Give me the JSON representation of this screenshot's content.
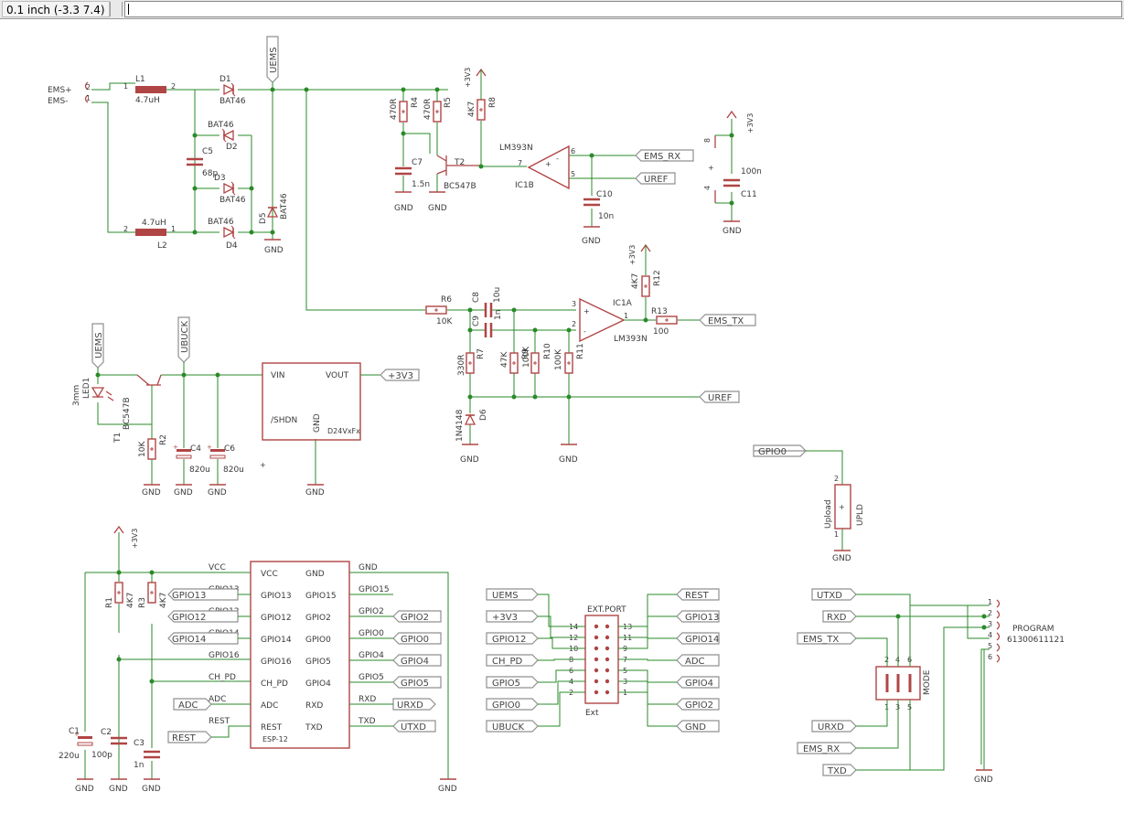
{
  "toolbar": {
    "coordinate_readout": "0.1 inch (-3.3 7.4)",
    "command_value": ""
  },
  "parts": {
    "L1": {
      "name": "L1",
      "value": "4.7uH"
    },
    "L2": {
      "name": "L2",
      "value": "4.7uH"
    },
    "D1": {
      "name": "D1",
      "value": "BAT46"
    },
    "D2": {
      "name": "D2",
      "value": "BAT46"
    },
    "D3": {
      "name": "D3",
      "value": "BAT46"
    },
    "D4": {
      "name": "D4",
      "value": "BAT46"
    },
    "D5": {
      "name": "D5",
      "value": "BAT46"
    },
    "C5": {
      "name": "C5",
      "value": "68p"
    },
    "R4": {
      "name": "R4",
      "value": "470R"
    },
    "R5": {
      "name": "R5",
      "value": "470R"
    },
    "R8": {
      "name": "R8",
      "value": "4K7"
    },
    "C7": {
      "name": "C7",
      "value": "1.5n"
    },
    "T2": {
      "name": "T2",
      "value": "BC547B"
    },
    "IC1B": {
      "name": "IC1B",
      "value": "LM393N"
    },
    "C10": {
      "name": "C10",
      "value": "10n"
    },
    "C11": {
      "name": "C11",
      "value": "100n"
    },
    "R6": {
      "name": "R6",
      "value": "10K"
    },
    "C8": {
      "name": "C8",
      "value": "10u"
    },
    "C9": {
      "name": "C9",
      "value": "1n"
    },
    "R7": {
      "name": "R7",
      "value": "330R"
    },
    "R9": {
      "name": "R9",
      "value": "47K"
    },
    "R10": {
      "name": "R10",
      "value": "100K"
    },
    "R11": {
      "name": "R11",
      "value": "100K"
    },
    "R12": {
      "name": "R12",
      "value": "4K7"
    },
    "R13": {
      "name": "R13",
      "value": "100"
    },
    "IC1A": {
      "name": "IC1A",
      "value": "LM393N"
    },
    "D6": {
      "name": "D6",
      "value": "1N4148"
    },
    "LED1": {
      "name": "LED1",
      "value": "3mm"
    },
    "T1": {
      "name": "T1",
      "value": "BC547B"
    },
    "R2": {
      "name": "R2",
      "value": "10K"
    },
    "C4": {
      "name": "C4",
      "value": "820u"
    },
    "C6": {
      "name": "C6",
      "value": "820u"
    },
    "REG": {
      "value": "D24VxFx",
      "vin": "VIN",
      "vout": "VOUT",
      "shdn": "/SHDN",
      "gnd": "GND"
    },
    "UPLD": {
      "name": "UPLD",
      "value": "Upload"
    },
    "R1": {
      "name": "R1",
      "value": "4K7"
    },
    "R3": {
      "name": "R3",
      "value": "4K7"
    },
    "C1": {
      "name": "C1",
      "value": "220u"
    },
    "C2": {
      "name": "C2",
      "value": "100p"
    },
    "C3": {
      "name": "C3",
      "value": "1n"
    },
    "ESP": {
      "name": "ESP-12"
    },
    "EXT": {
      "name": "EXT.PORT",
      "value": "Ext"
    },
    "PROGRAM": {
      "name": "PROGRAM",
      "value": "61300611121"
    },
    "MODE": {
      "name": "MODE"
    }
  },
  "emsconn": {
    "pin1": "EMS+",
    "pin2": "EMS-",
    "n1": "1",
    "n2": "2"
  },
  "esp": {
    "left_pins": [
      "VCC",
      "GPIO13",
      "GPIO12",
      "GPIO14",
      "GPIO16",
      "CH_PD",
      "ADC",
      "REST"
    ],
    "right_pins": [
      "GND",
      "GPIO15",
      "GPIO2",
      "GPIO0",
      "GPIO5",
      "GPIO4",
      "RXD",
      "TXD"
    ],
    "left_nets": [
      "VCC",
      "GPIO13",
      "GPIO12",
      "GPIO14",
      "GPIO16",
      "CH_PD",
      "ADC",
      "REST"
    ],
    "right_nets": [
      "GND",
      "GPIO15",
      "GPIO2",
      "GPIO0",
      "GPIO4",
      "GPIO5",
      "RXD",
      "TXD"
    ]
  },
  "ports": {
    "uems_top": "UEMS",
    "uems_left": "UEMS",
    "ubuck_top": "UBUCK",
    "v3_reg": "+3V3",
    "ems_rx": "EMS_RX",
    "uref_top": "UREF",
    "ems_tx": "EMS_TX",
    "uref_mid": "UREF",
    "gpio0_upld": "GPIO0",
    "esp_gpio13": "GPIO13",
    "esp_gpio12": "GPIO12",
    "esp_gpio14": "GPIO14",
    "esp_adc": "ADC",
    "esp_rest": "REST",
    "esp_gpio2": "GPIO2",
    "esp_gpio0": "GPIO0",
    "esp_gpio4": "GPIO4",
    "esp_gpio5": "GPIO5",
    "esp_urxd": "URXD",
    "esp_utxd": "UTXD",
    "ext_uems": "UEMS",
    "ext_v3": "+3V3",
    "ext_gpio12": "GPIO12",
    "ext_chpd": "CH_PD",
    "ext_gpio5": "GPIO5",
    "ext_gpio0": "GPIO0",
    "ext_ubuck": "UBUCK",
    "ext_rest": "REST",
    "ext_gpio13": "GPIO13",
    "ext_gpio14": "GPIO14",
    "ext_adc": "ADC",
    "ext_gpio4": "GPIO4",
    "ext_gpio2": "GPIO2",
    "ext_gnd": "GND",
    "prog_utxd": "UTXD",
    "prog_rxd": "RXD",
    "prog_emstx": "EMS_TX",
    "prog_urxd": "URXD",
    "prog_emsrx": "EMS_RX",
    "prog_txd": "TXD"
  },
  "ext_pins": {
    "left": [
      "14",
      "12",
      "10",
      "8",
      "6",
      "4",
      "2"
    ],
    "right": [
      "13",
      "11",
      "9",
      "7",
      "5",
      "3",
      "1"
    ]
  },
  "prog_pins": [
    "1",
    "2",
    "3",
    "4",
    "5",
    "6"
  ],
  "mode_pins": {
    "top": [
      "2",
      "4",
      "6"
    ],
    "bottom": [
      "1",
      "3",
      "5"
    ]
  },
  "opamp_pins": {
    "b_out": "7",
    "b_in1": "6",
    "b_in2": "5",
    "b_pwr1": "8",
    "b_pwr2": "4",
    "a_in1": "3",
    "a_in2": "2",
    "a_out": "1"
  },
  "pin_nums": {
    "one": "1",
    "two": "2"
  },
  "power": {
    "gnd": "GND",
    "v3": "+3V3"
  },
  "colors": {
    "wire": "#2a8a2a",
    "part": "#b04545",
    "text": "#3a3a3a",
    "port_border": "#909090"
  }
}
